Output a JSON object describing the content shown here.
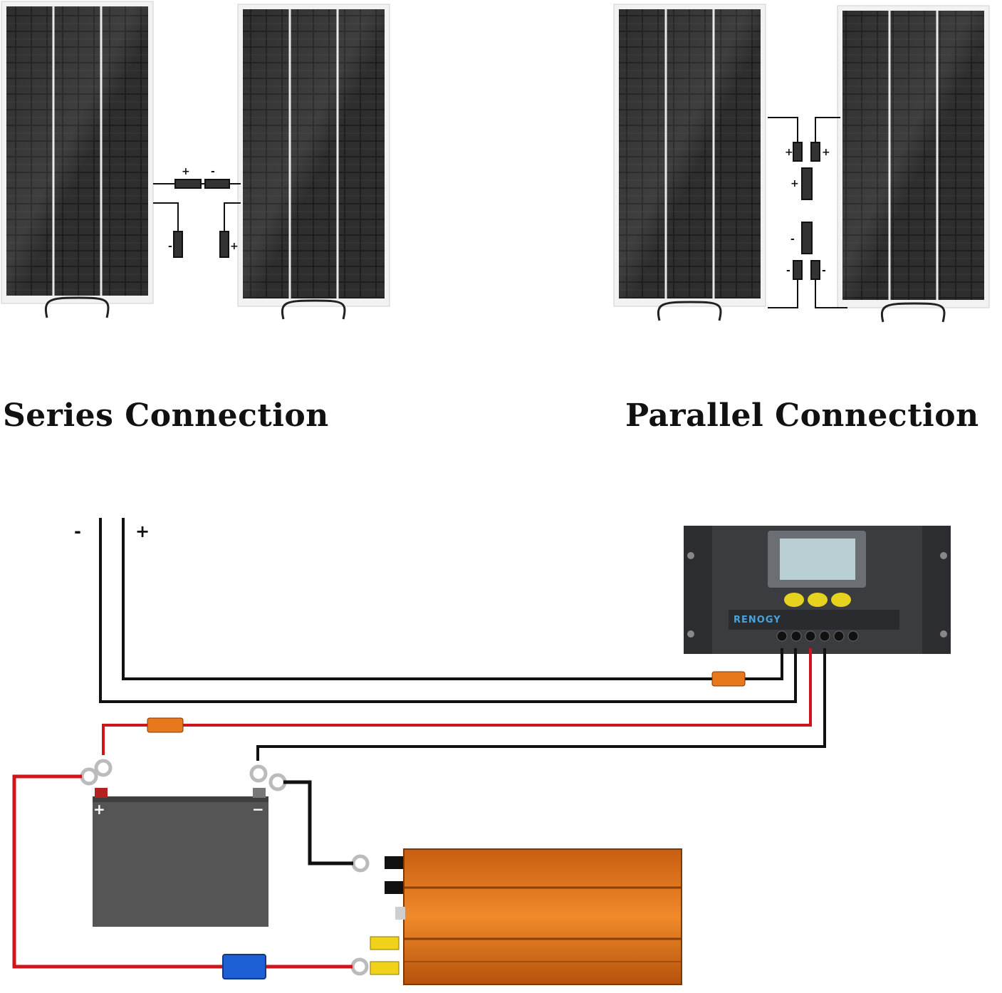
{
  "captions": {
    "series": "Series Connection",
    "parallel": "Parallel Connection"
  },
  "wire_labels": {
    "negative": "-",
    "positive": "+"
  },
  "controller": {
    "brand": "RENOGY"
  },
  "battery": {
    "positive": "+",
    "negative": "−"
  },
  "colors": {
    "panel_cell": "#2b2b2b",
    "panel_frame": "#e8e8e8",
    "wire_black": "#111111",
    "wire_red": "#d0141c",
    "fuse_orange": "#e8781e",
    "fuse_blue": "#1e5fd6",
    "battery_body": "#555555",
    "inverter_body": "#e57a1e",
    "controller_body": "#3a3c3f",
    "lcd": "#b9cfd3",
    "controller_buttons": "#e5d31f",
    "connector_yellow": "#f0d21a"
  }
}
